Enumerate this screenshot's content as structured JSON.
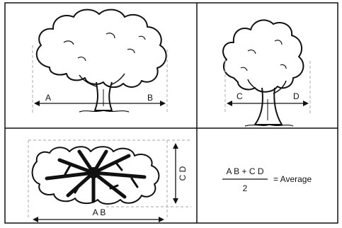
{
  "panels": {
    "top_left": {
      "label_a": "A",
      "label_b": "B"
    },
    "top_right": {
      "label_c": "C",
      "label_d": "D"
    },
    "bottom_left": {
      "label_cd": "C D",
      "label_ab": "A B"
    },
    "bottom_right": {
      "numerator": "A B + C D",
      "denominator": "2",
      "result": "= Average"
    }
  },
  "colors": {
    "ink": "#111111",
    "dash": "#b8b8b8",
    "background": "#ffffff"
  }
}
